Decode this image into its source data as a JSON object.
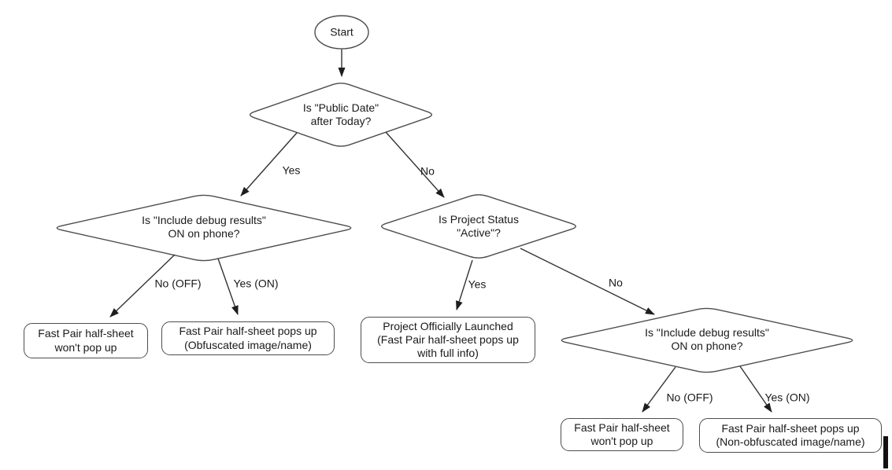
{
  "colors": {
    "shape_stroke": "#4d4d4d",
    "edge_stroke": "#333333",
    "text": "#1a1a1a",
    "background": "#ffffff"
  },
  "nodes": {
    "start": {
      "label": "Start"
    },
    "public_date": {
      "label": "Is \"Public Date\"\nafter Today?"
    },
    "debug_left": {
      "label": "Is \"Include debug results\"\nON on phone?"
    },
    "project_status": {
      "label": "Is Project Status\n\"Active\"?"
    },
    "debug_right": {
      "label": "Is \"Include debug results\"\nON on phone?"
    },
    "no_popup_left": {
      "label": "Fast Pair half-sheet\nwon't pop up"
    },
    "obfuscated": {
      "label": "Fast Pair half-sheet pops up\n(Obfuscated image/name)"
    },
    "launched": {
      "label": "Project Officially Launched\n(Fast Pair half-sheet pops up\nwith full info)"
    },
    "no_popup_right": {
      "label": "Fast Pair half-sheet\nwon't pop up"
    },
    "non_obfuscated": {
      "label": "Fast Pair half-sheet pops up\n(Non-obfuscated image/name)"
    }
  },
  "edge_labels": {
    "yes_top": "Yes",
    "no_top": "No",
    "no_off_left": "No (OFF)",
    "yes_on_left": "Yes (ON)",
    "yes_mid": "Yes",
    "no_mid": "No",
    "no_off_right": "No (OFF)",
    "yes_on_right": "Yes (ON)"
  }
}
